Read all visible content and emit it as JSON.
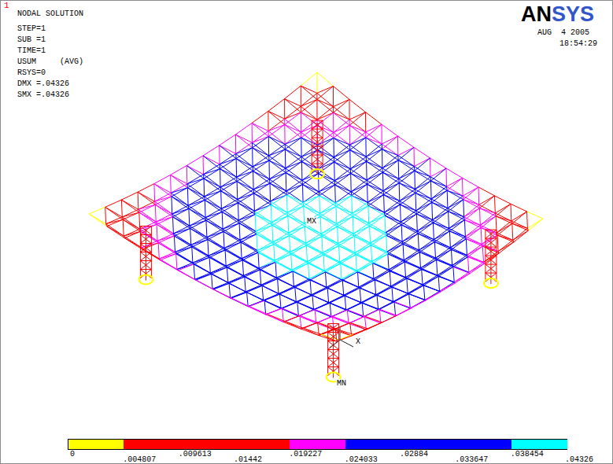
{
  "diagram": {
    "labels": [
      "1",
      "NODAL SOLUTION",
      "STEP=1",
      "SUB =1",
      "TIME=1",
      "USUM     (AVG)",
      "RSYS=0",
      "DMX =.04326",
      "SMX =.04326",
      "AN",
      "SYS",
      "AUG  4 2005",
      "18:54:29",
      "MX",
      "MN",
      "X",
      ".04326"
    ],
    "legend": [
      {
        "text": "0",
        "color": "#ffff00"
      },
      {
        "text": ".004807",
        "color": "#ff0000"
      },
      {
        "text": ".009613",
        "color": "#ff0000"
      },
      {
        "text": ".01442",
        "color": "#ff0000"
      },
      {
        "text": ".019227",
        "color": "#ff00ff"
      },
      {
        "text": ".024033",
        "color": "#0000ff"
      },
      {
        "text": ".02884",
        "color": "#0000ff"
      },
      {
        "text": ".033647",
        "color": "#0000ff"
      },
      {
        "text": ".038454",
        "color": "#00ffff"
      }
    ]
  }
}
